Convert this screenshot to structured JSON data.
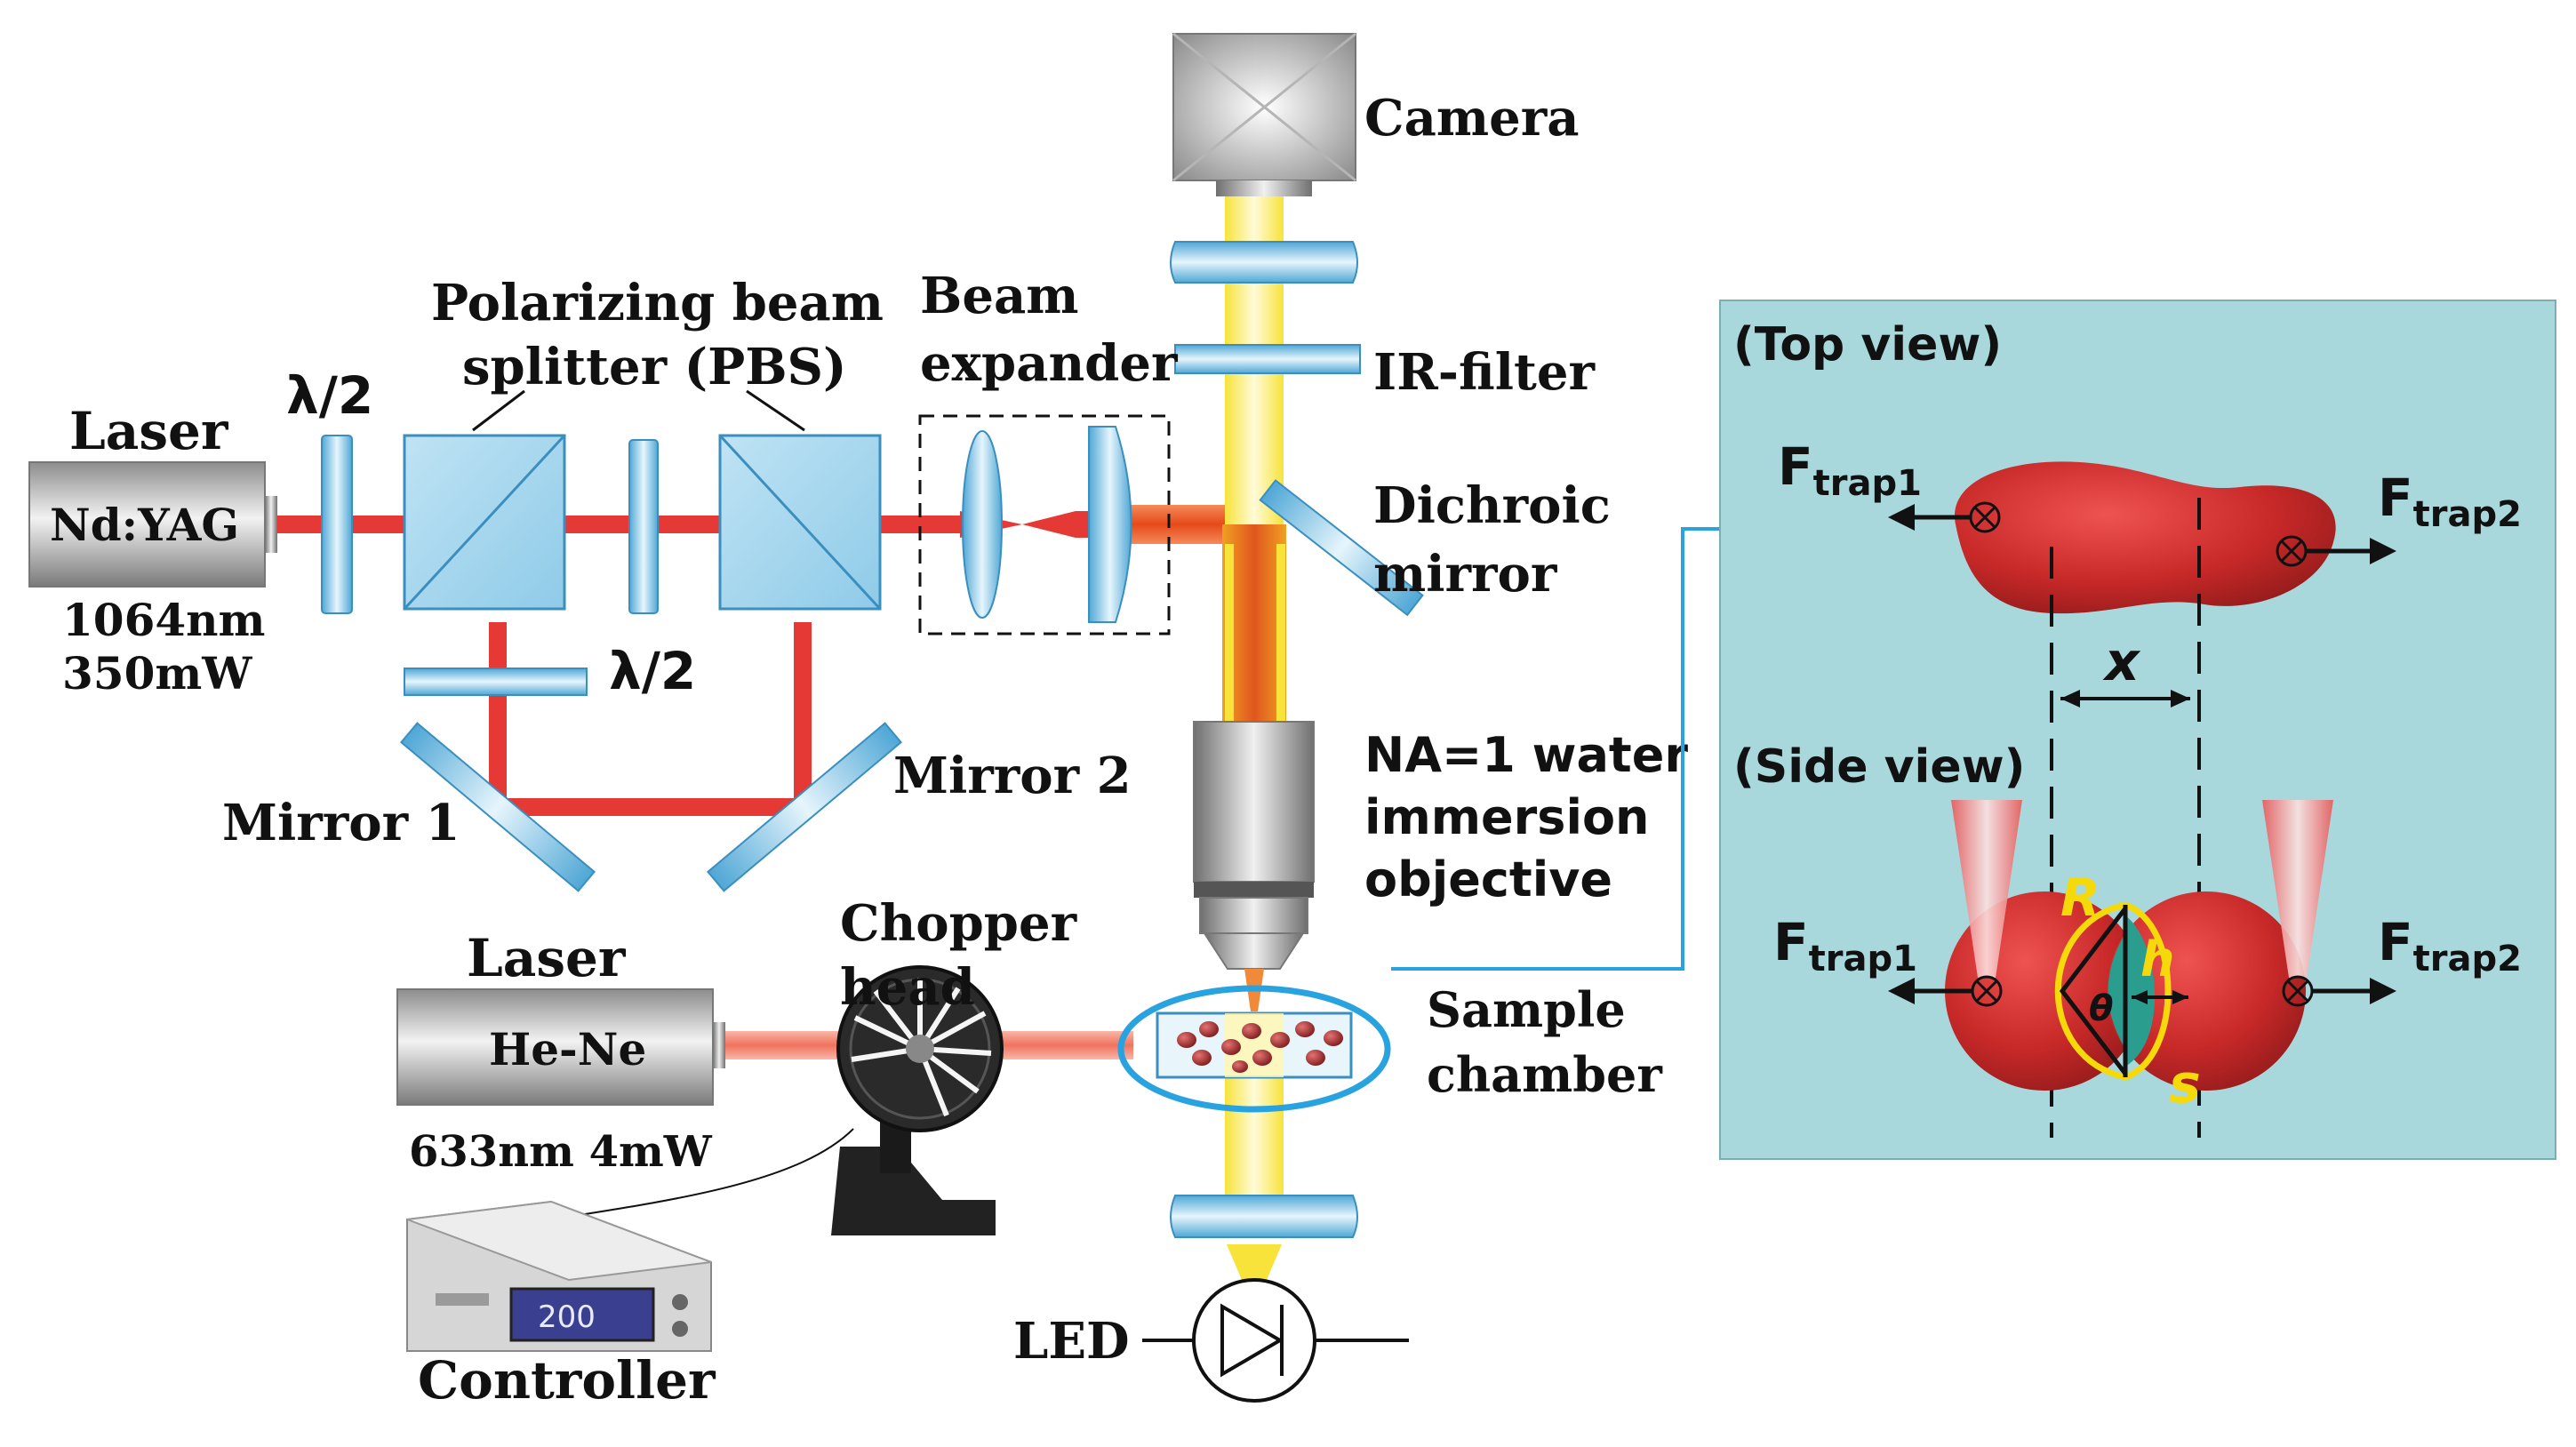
{
  "labels": {
    "camera": "Camera",
    "ir_filter": "IR-filter",
    "pbs_line1": "Polarizing beam",
    "pbs_line2": "splitter (PBS)",
    "beam_expander_line1": "Beam",
    "beam_expander_line2": "expander",
    "dichroic_line1": "Dichroic",
    "dichroic_line2": "mirror",
    "laser_top": "Laser",
    "ndyag": "Nd:YAG",
    "ndyag_wavelength": "1064nm",
    "ndyag_power": "350mW",
    "half_wave_1": "λ/2",
    "half_wave_2": "λ/2",
    "mirror1": "Mirror 1",
    "mirror2": "Mirror 2",
    "objective_line1": "NA=1 water",
    "objective_line2": "immersion",
    "objective_line3": "objective",
    "laser_bottom": "Laser",
    "heneon": "He-Ne",
    "heneon_spec": "633nm 4mW",
    "chopper_line1": "Chopper",
    "chopper_line2": "head",
    "sample_line1": "Sample",
    "sample_line2": "chamber",
    "controller": "Controller",
    "controller_display": "200",
    "led": "LED"
  },
  "inset": {
    "top_view": "(Top view)",
    "side_view": "(Side view)",
    "f_symbol": "F",
    "trap1_sub": "trap1",
    "trap2_sub": "trap2",
    "x_label": "x",
    "r_label": "R",
    "theta_label": "θ",
    "h_label": "h",
    "s_label": "s"
  },
  "colors": {
    "laser_beam": "#e53935",
    "hene_beam": "#f28b82",
    "led_light": "#fff176",
    "optic_blue": "#7fc4e8",
    "inset_bg": "#a8d8dc",
    "cell_red": "#c62828",
    "pointer_blue": "#29a3e0"
  }
}
